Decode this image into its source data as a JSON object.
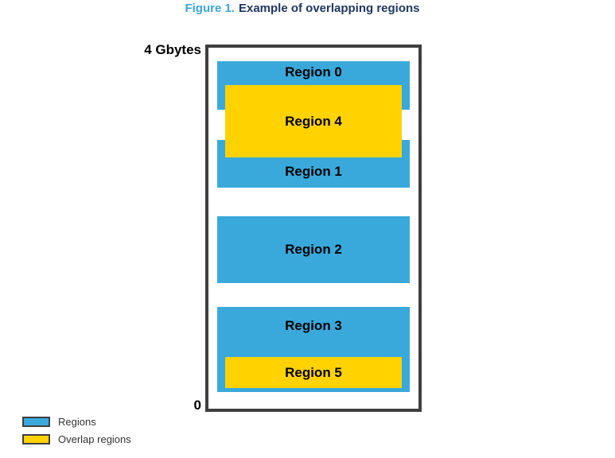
{
  "title": {
    "number": "Figure 1.",
    "text": "Example of overlapping regions"
  },
  "diagram": {
    "top_label": "4 Gbytes",
    "bottom_label": "0",
    "regions": [
      {
        "id": 0,
        "label": "Region 0",
        "type": "region"
      },
      {
        "id": 1,
        "label": "Region 1",
        "type": "region"
      },
      {
        "id": 2,
        "label": "Region 2",
        "type": "region"
      },
      {
        "id": 3,
        "label": "Region 3",
        "type": "region"
      },
      {
        "id": 4,
        "label": "Region 4",
        "type": "overlap"
      },
      {
        "id": 5,
        "label": "Region 5",
        "type": "overlap"
      }
    ]
  },
  "legend": {
    "items": [
      {
        "label": "Regions",
        "color": "#39a9dc"
      },
      {
        "label": "Overlap regions",
        "color": "#ffd200"
      }
    ]
  },
  "colors": {
    "region_fill": "#39a9dc",
    "overlap_fill": "#ffd200",
    "box_border": "#3f3f3f",
    "figure_number_text": "#3ca4db",
    "figure_title_text": "#1f3864"
  }
}
